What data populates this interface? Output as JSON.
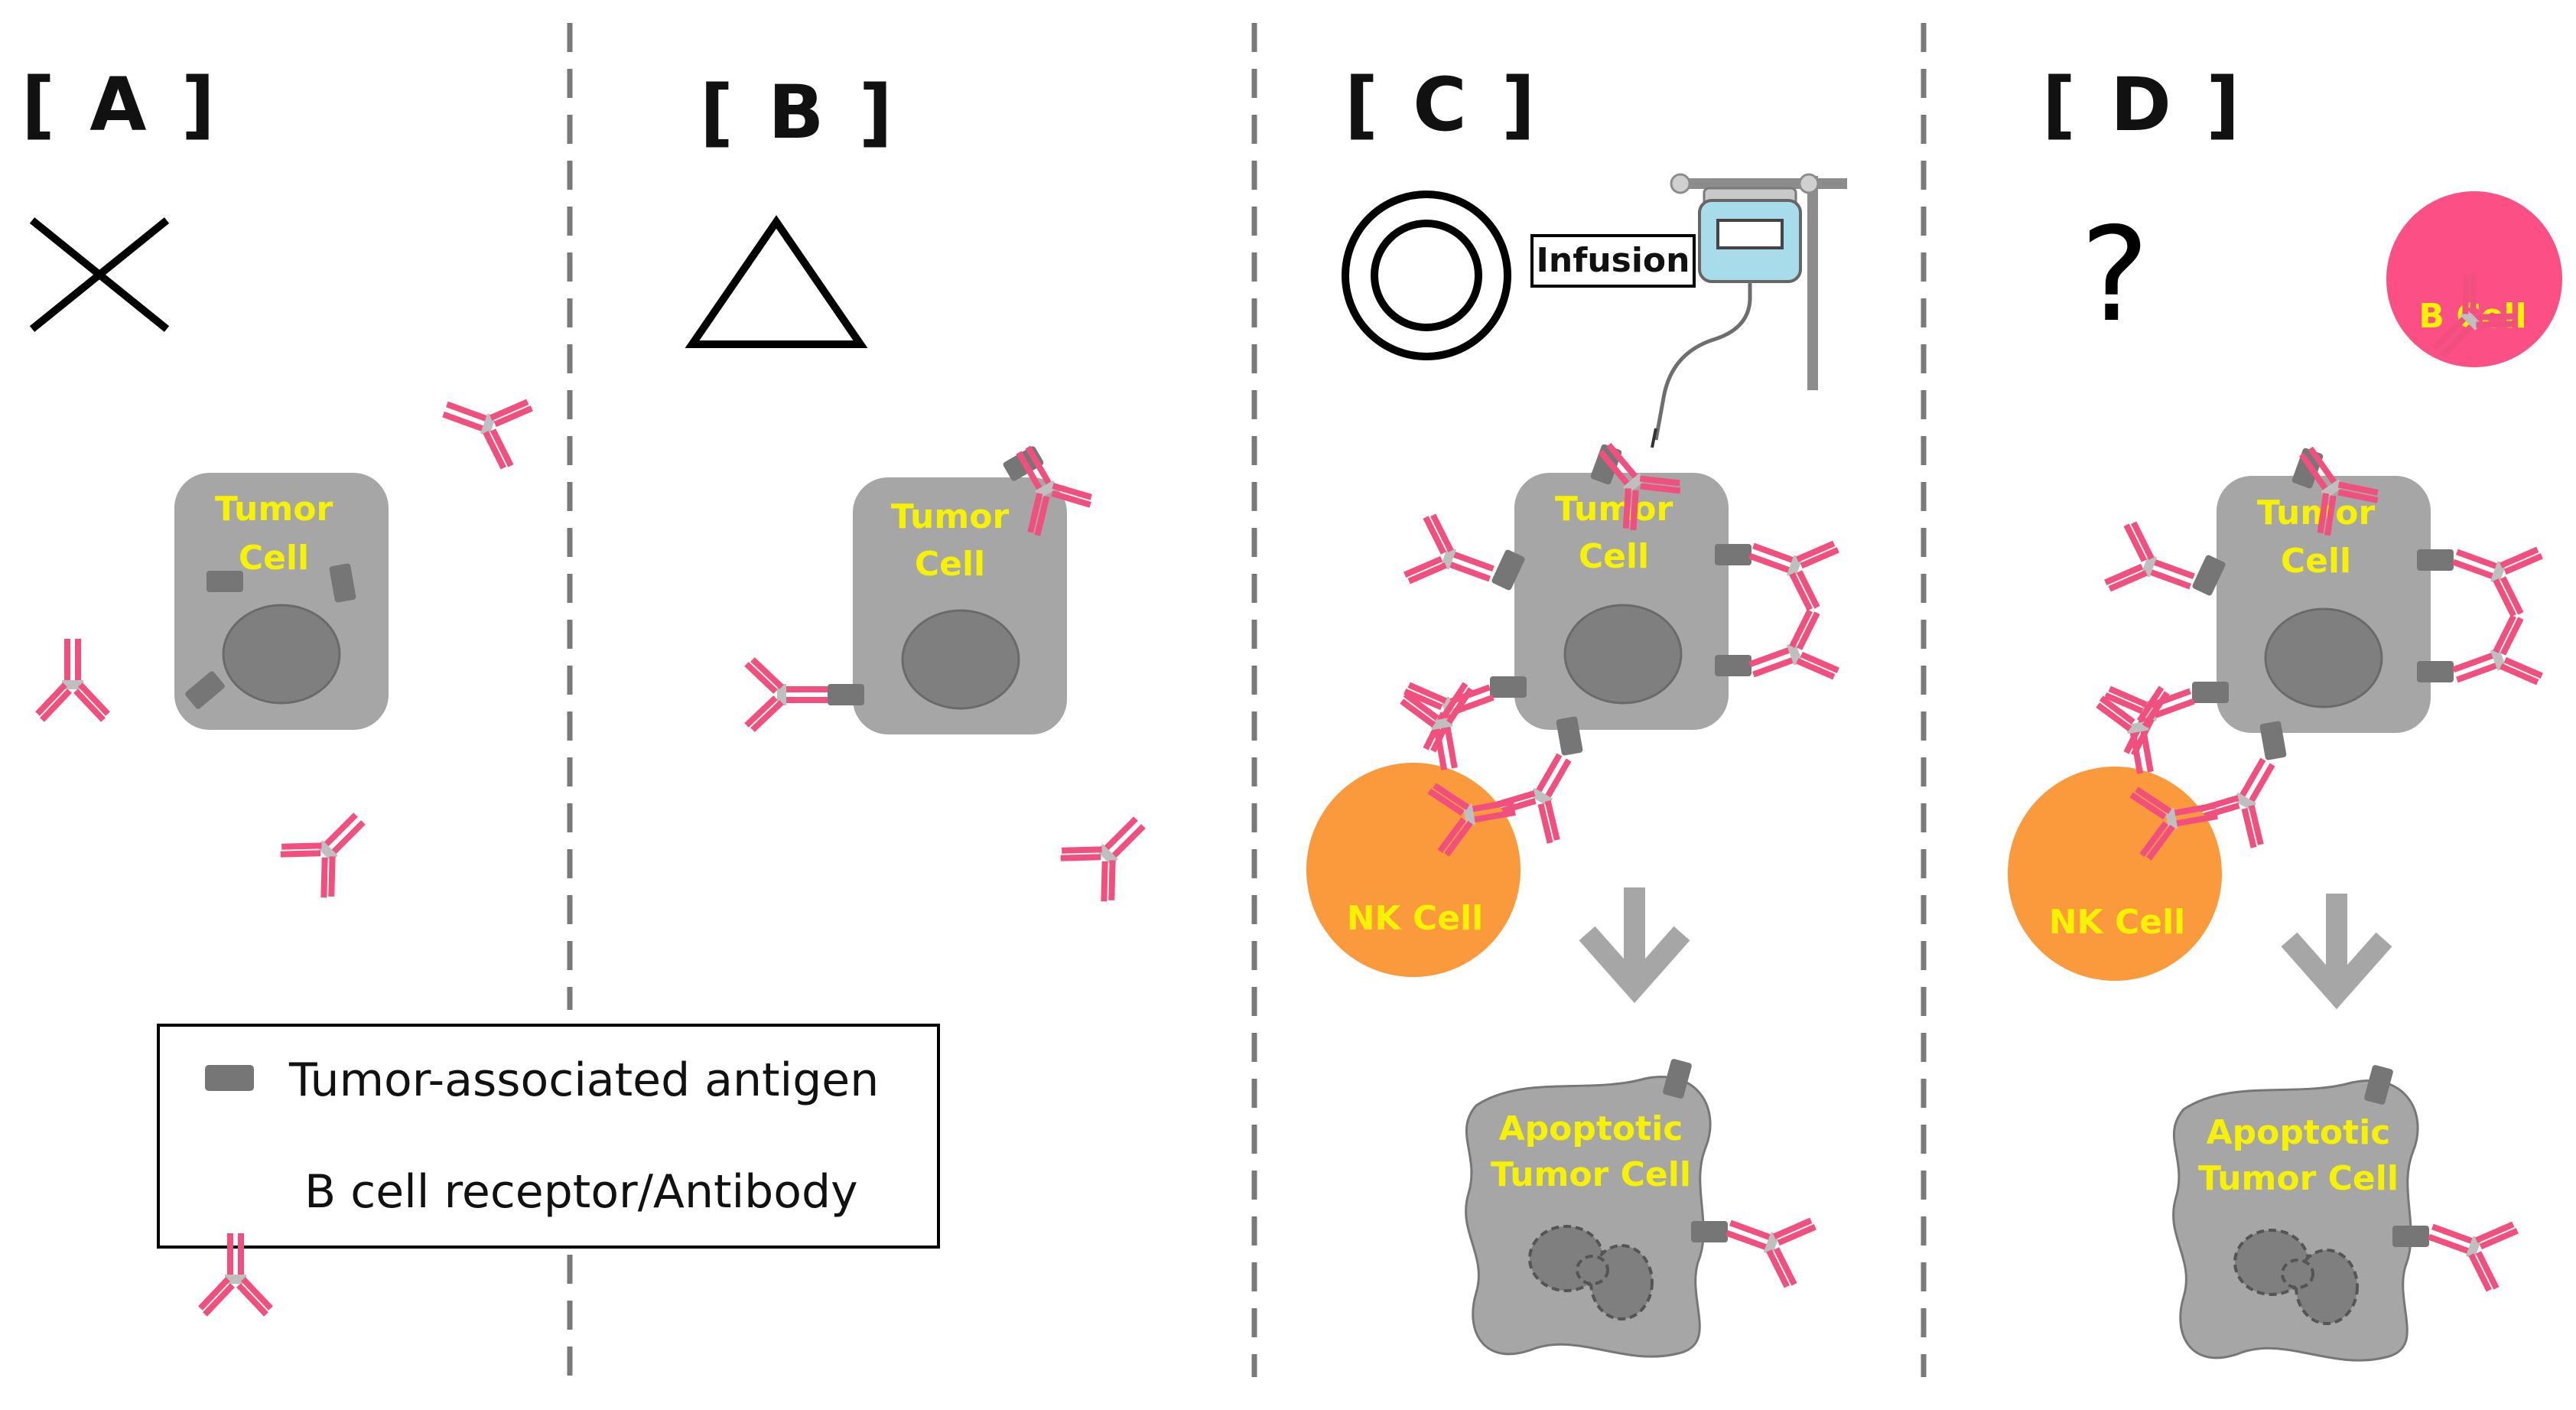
{
  "panels": [
    {
      "id": "A",
      "label": "[ A ]",
      "symbol": "cross"
    },
    {
      "id": "B",
      "label": "[ B ]",
      "symbol": "triangle"
    },
    {
      "id": "C",
      "label": "[ C ]",
      "symbol": "double-circle"
    },
    {
      "id": "D",
      "label": "[ D ]",
      "symbol": "question"
    }
  ],
  "labels": {
    "tumor_line1": "Tumor",
    "tumor_line2": "Cell",
    "nk_cell": "NK Cell",
    "b_cell": "B Cell",
    "apoptotic_line1": "Apoptotic",
    "apoptotic_line2": "Tumor Cell",
    "infusion": "Infusion",
    "question_mark": "?"
  },
  "legend": {
    "antigen": "Tumor-associated antigen",
    "antibody": "B cell receptor/Antibody"
  },
  "colors": {
    "tumor_cell": "#a6a6a6",
    "nucleus": "#7f7f7f",
    "antigen": "#767676",
    "antibody": "#f1507e",
    "nk_cell": "#fb9a3c",
    "b_cell": "#fb4f86",
    "cell_text": "#f7f200",
    "arrow": "#a6a6a6",
    "iv_bag": "#a8dcea",
    "divider": "#7a7a7a"
  }
}
